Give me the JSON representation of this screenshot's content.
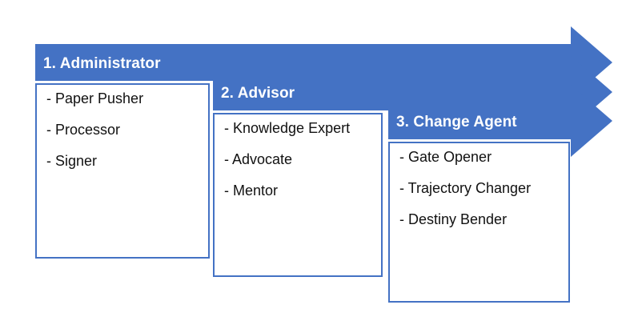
{
  "diagram": {
    "title": "Three-stage role progression arrow diagram",
    "accent_color": "#4472C4",
    "text_color": "#111111",
    "title_color": "#FFFFFF",
    "background": "#FFFFFF",
    "bullet_prefix": "- ",
    "stages": [
      {
        "id": "administrator",
        "title": "1. Administrator",
        "items": [
          "- Paper Pusher",
          "- Processor",
          "- Signer"
        ]
      },
      {
        "id": "advisor",
        "title": "2. Advisor",
        "items": [
          "- Knowledge Expert",
          "- Advocate",
          "- Mentor"
        ]
      },
      {
        "id": "change-agent",
        "title": "3. Change Agent",
        "items": [
          "- Gate Opener",
          "- Trajectory Changer",
          "- Destiny Bender"
        ]
      }
    ]
  }
}
